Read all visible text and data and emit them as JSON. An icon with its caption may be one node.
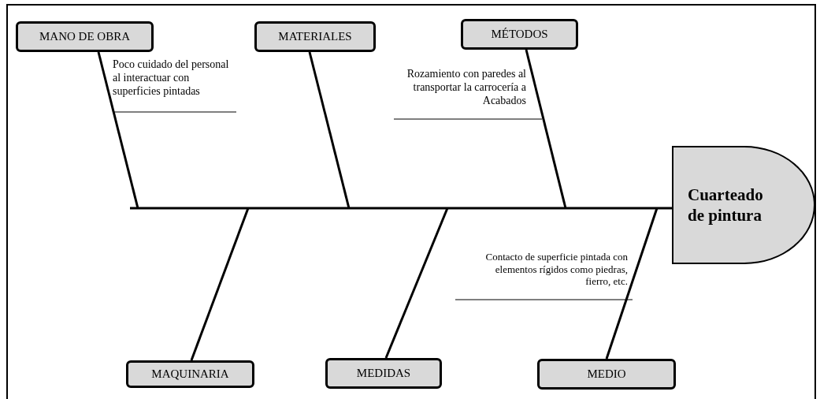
{
  "diagram": {
    "nodes": [
      {
        "text": [
          "MANO DE OBRA"
        ]
      },
      {
        "text": [
          "MATERIALES"
        ]
      },
      {
        "text": [
          "MÉTODOS"
        ]
      },
      {
        "text": [
          "MAQUINARIA"
        ]
      },
      {
        "text": [
          "MEDIDAS"
        ]
      },
      {
        "text": [
          "MEDIO"
        ]
      },
      {
        "text": [
          "Cuarteado de pintura"
        ]
      }
    ],
    "edges": [
      {
        "from": 0,
        "to": null,
        "arrow": "none"
      },
      {
        "from": 1,
        "to": null,
        "arrow": "none"
      },
      {
        "from": 2,
        "to": null,
        "arrow": "none"
      },
      {
        "from": 3,
        "to": null,
        "arrow": "none"
      },
      {
        "from": 4,
        "to": null,
        "arrow": "none"
      },
      {
        "from": 5,
        "to": null,
        "arrow": "none"
      },
      {
        "from": null,
        "to": 6,
        "arrow": "none"
      }
    ],
    "labels": [
      "Poco cuidado del personal al interactuar con superficies pintadas",
      "Rozamiento con paredes al transportar la carrocería a Acabados",
      "Contacto de superficie pintada con elementos rígidos como piedras, fierro, etc."
    ]
  }
}
